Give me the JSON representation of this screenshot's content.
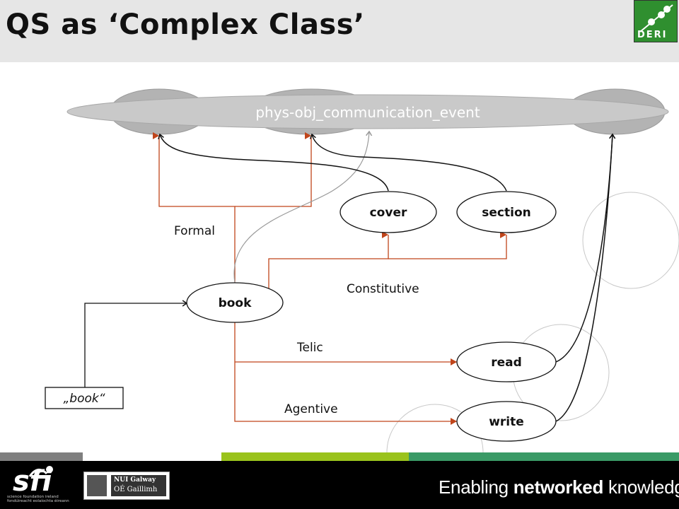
{
  "slide": {
    "title": "QS as ‘Complex Class’"
  },
  "logo": {
    "text": "DERI",
    "color": "#2f8f2f"
  },
  "diagram": {
    "top_concept": "phys-obj_communication_event",
    "nodes": {
      "book": "book",
      "cover": "cover",
      "section": "section",
      "read": "read",
      "write": "write",
      "word": "„book“"
    },
    "relations": {
      "formal": "Formal",
      "constitutive": "Constitutive",
      "telic": "Telic",
      "agentive": "Agentive"
    },
    "colors": {
      "relation": "#c0451b",
      "link": "#111111",
      "ellipse_fill": "#b3b3b3"
    }
  },
  "footer": {
    "strip_colors": [
      "#7f7f7f",
      "#ffffff",
      "#9ac31c",
      "#3a9a66"
    ],
    "sfi_word": "sfi",
    "sfi_caption_1": "science foundation ireland",
    "sfi_caption_2": "fondúireacht eolaíochta éireann",
    "nui_line1": "NUI Galway",
    "nui_line2": "OÉ Gaillimh",
    "tagline_pre": "Enabling ",
    "tagline_bold": "networked",
    "tagline_post": " knowledge."
  }
}
